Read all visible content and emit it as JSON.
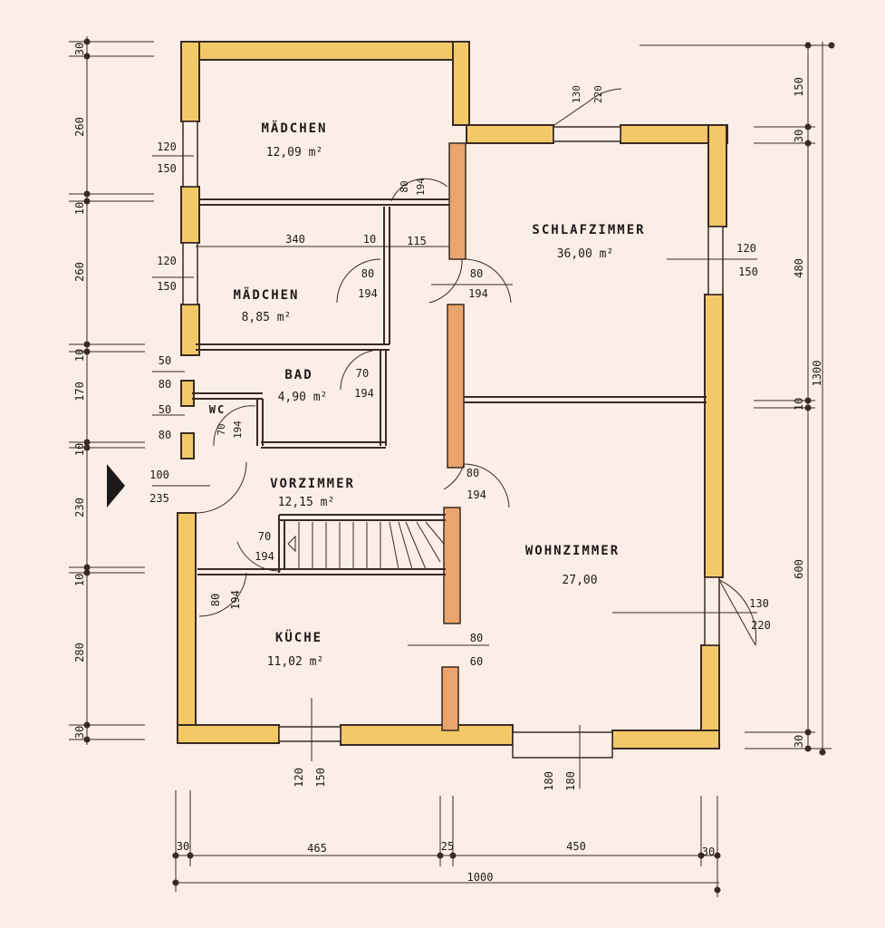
{
  "rooms": {
    "maedchen1": {
      "name": "MÄDCHEN",
      "area": "12,09 m²"
    },
    "maedchen2": {
      "name": "MÄDCHEN",
      "area": "8,85 m²"
    },
    "schlafzimmer": {
      "name": "SCHLAFZIMMER",
      "area": "36,00 m²"
    },
    "bad": {
      "name": "BAD",
      "area": "4,90 m²"
    },
    "wc": {
      "name": "WC"
    },
    "vorzimmer": {
      "name": "VORZIMMER",
      "area": "12,15 m²"
    },
    "wohnzimmer": {
      "name": "WOHNZIMMER",
      "area": "27,00"
    },
    "kueche": {
      "name": "KÜCHE",
      "area": "11,02 m²"
    }
  },
  "dims_left": [
    "30",
    "260",
    "10",
    "260",
    "10",
    "170",
    "10",
    "230",
    "10",
    "280",
    "30"
  ],
  "dims_right": [
    "150",
    "30",
    "480",
    "10",
    "600",
    "30"
  ],
  "dim_right_total": "1300",
  "dims_bottom": [
    "30",
    "465",
    "25",
    "450",
    "30"
  ],
  "dim_bottom_total": "1000",
  "openings": {
    "w_maed1_a": "120",
    "w_maed1_b": "150",
    "w_maed2_a": "120",
    "w_maed2_b": "150",
    "w_bad_a": "50",
    "w_bad_b": "80",
    "w_wc_a": "50",
    "w_wc_b": "80",
    "entry_a": "100",
    "entry_b": "235",
    "top_door_a": "130",
    "top_door_b": "220",
    "schlaf_win_a": "120",
    "schlaf_win_b": "150",
    "wohn_door_a": "130",
    "wohn_door_b": "220",
    "kueche_win_a": "120",
    "kueche_win_b": "150",
    "wohn_win_a": "180",
    "wohn_win_b": "180",
    "d_maed1_a": "80",
    "d_maed1_b": "194",
    "d_maed2_a": "80",
    "d_maed2_b": "194",
    "d_schlaf_a": "80",
    "d_schlaf_b": "194",
    "d_bad_a": "70",
    "d_bad_b": "194",
    "d_wc_a": "70",
    "d_wc_b": "194",
    "d_wohn_a": "80",
    "d_wohn_b": "194",
    "d_stair_a": "70",
    "d_stair_b": "194",
    "d_kueche_a": "80",
    "d_kueche_b": "194",
    "pass_a": "80",
    "pass_b": "60",
    "int_340": "340",
    "int_10": "10",
    "int_115": "115"
  },
  "colors": {
    "paper": "#fbeee6",
    "wall_yellow": "#f3c968",
    "wall_inner": "#eba46e",
    "ink": "#1e1a1a"
  }
}
